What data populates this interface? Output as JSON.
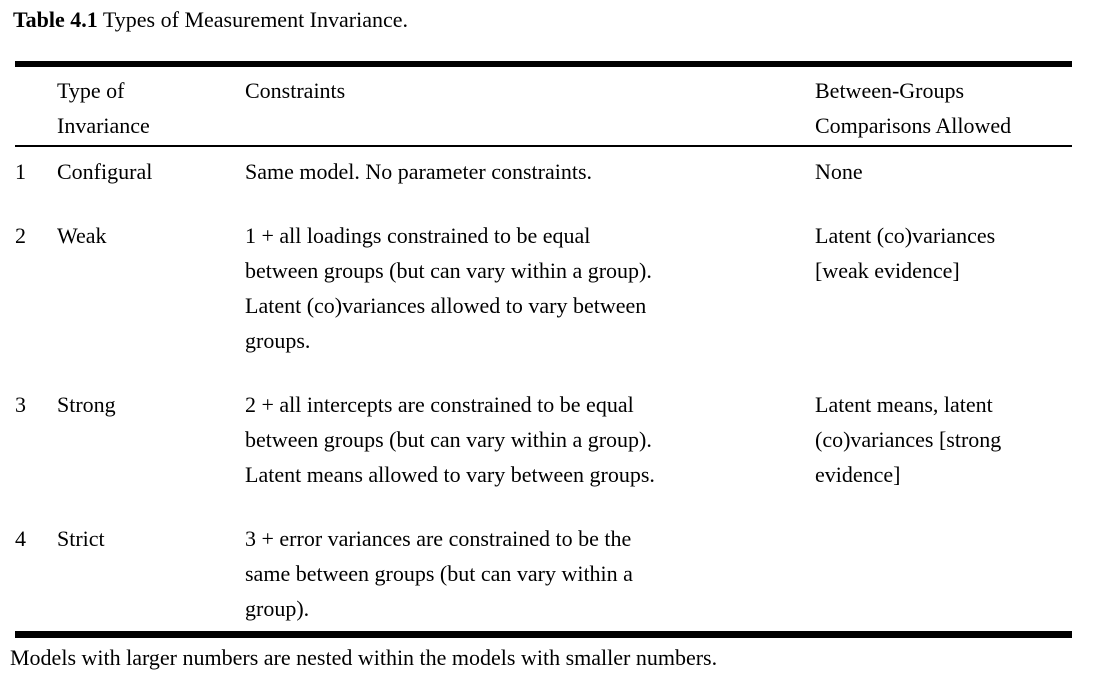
{
  "caption": {
    "label": "Table 4.1",
    "text": "Types of Measurement Invariance."
  },
  "table": {
    "headers": {
      "number": "",
      "type": "Type of\nInvariance",
      "constraints": "Constraints",
      "comparisons": "Between-Groups\nComparisons Allowed"
    },
    "rows": [
      {
        "num": "1",
        "type": "Configural",
        "constraints": "Same model. No parameter constraints.",
        "comparisons": "None"
      },
      {
        "num": "2",
        "type": "Weak",
        "constraints": "1 + all loadings constrained to be equal\nbetween groups (but can vary within a group).\nLatent (co)variances allowed to vary between\ngroups.",
        "comparisons": "Latent (co)variances\n[weak evidence]"
      },
      {
        "num": "3",
        "type": "Strong",
        "constraints": "2 + all intercepts are constrained to be equal\nbetween groups (but can vary within a group).\nLatent means allowed to vary between groups.",
        "comparisons": "Latent means, latent\n(co)variances [strong\nevidence]"
      },
      {
        "num": "4",
        "type": "Strict",
        "constraints": "3 + error variances are constrained to be the\nsame between groups (but can vary within a\ngroup).",
        "comparisons": ""
      }
    ]
  },
  "footnote": "Models with larger numbers are nested within the models with smaller numbers.",
  "colors": {
    "background": "#ffffff",
    "text": "#000000",
    "rule": "#000000"
  }
}
